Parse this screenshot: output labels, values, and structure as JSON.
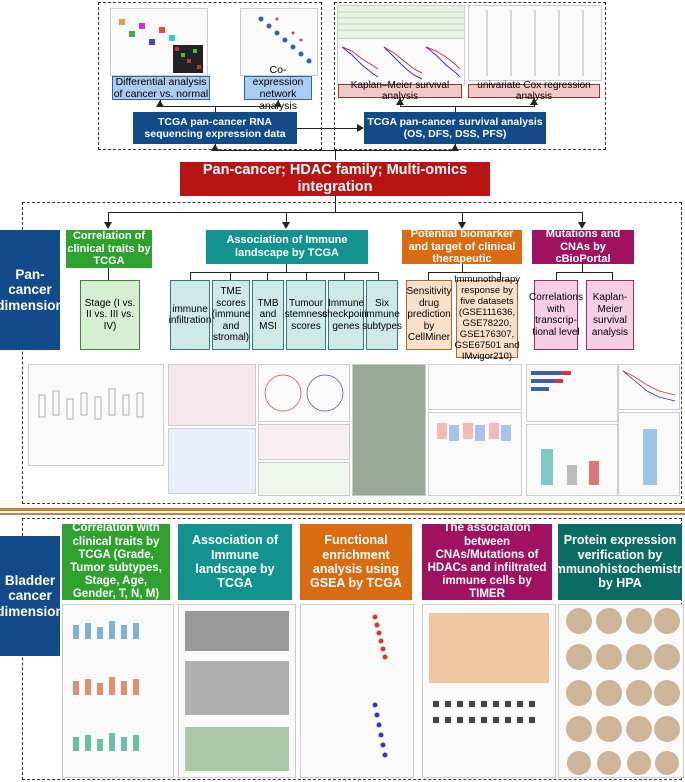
{
  "top": {
    "diff_label": "Differential analysis of cancer vs. normal",
    "coexp_label": "Co-expression network analysis",
    "rnaseq_label": "TCGA pan-cancer RNA sequencing expression data",
    "km_label": "Kaplan–Meier survival analysis",
    "cox_label": "univariate Cox regression analysis",
    "survival_label": "TCGA pan-cancer survival analysis (OS, DFS, DSS, PFS)"
  },
  "center": {
    "main_label": "Pan-cancer; HDAC family; Multi-omics integration"
  },
  "pancancer": {
    "side_label": "Pan-cancer dimension",
    "clinical": {
      "header": "Correlation of clinical traits by TCGA",
      "items": [
        "Stage (I vs. II vs. III vs. IV)"
      ]
    },
    "immune": {
      "header": "Association of Immune landscape by TCGA",
      "items": [
        "immune infiltration",
        "TME scores (immune and stromal)",
        "TMB and MSI",
        "Tumour stemness scores",
        "Immune checkpoint genes",
        "Six immune subtypes"
      ]
    },
    "biomarker": {
      "header": "Potential biomarker and target of clinical therapeutic",
      "items": [
        "Sensitivity drug prediction by CellMiner",
        "Immunotherapy response by five datasets (GSE111636, GSE78220, GSE176307, GSE67501 and IMvigor210)"
      ]
    },
    "mutation": {
      "header": "Mutations and CNAs by cBioPortal",
      "items": [
        "Correlations with transcrip-tional level",
        "Kaplan-Meier survival analysis"
      ]
    }
  },
  "bladder": {
    "side_label": "Bladder cancer dimension",
    "headers": [
      "Correlation with clinical traits by TCGA (Grade, Tumor subtypes, Stage, Age, Gender, T, N, M)",
      "Association of Immune landscape by TCGA",
      "Functional enrichment analysis using GSEA by TCGA",
      "The association between CNAs/Mutations of HDACs and infiltrated immune cells by TIMER",
      "Protein expression verification by immunohistochemistry by HPA"
    ]
  },
  "colors": {
    "navy": "#124a8a",
    "red": "#b81414",
    "green": "#2ea12e",
    "teal": "#13938f",
    "orange": "#d96c13",
    "magenta": "#a0115f",
    "dark_teal": "#0d6b66",
    "separator": "#c8823a"
  }
}
